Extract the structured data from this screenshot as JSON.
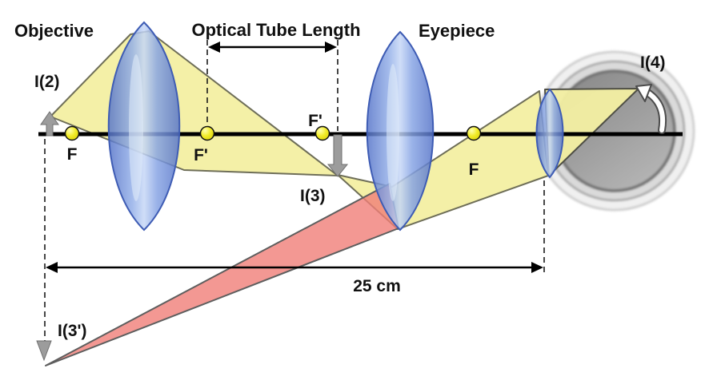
{
  "labels": {
    "objective": "Objective",
    "tube_length": "Optical Tube Length",
    "eyepiece": "Eyepiece",
    "image_2": "I(2)",
    "image_3": "I(3)",
    "image_3_virtual": "I(3')",
    "image_4": "I(4)",
    "focal_objective_front": "F",
    "focal_objective_back": "F'",
    "focal_intermediate": "F'",
    "focal_eyepiece_front": "F",
    "distance": "25 cm"
  },
  "colors": {
    "beam_yellow": "#F3EFA2",
    "beam_red": "#F07E78",
    "lens_blue_edge": "#3E5CB4",
    "focal_point_yellow": "#F2EC2A",
    "arrow_gray": "#9C9C9C",
    "axis_black": "#000000"
  }
}
